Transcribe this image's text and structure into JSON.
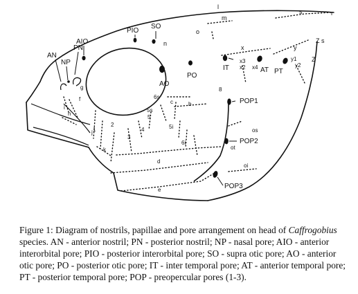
{
  "figure": {
    "labels": {
      "AN": "AN",
      "NP": "NP",
      "PN": "PN",
      "AIO": "AIO",
      "PIO": "PIO",
      "SO": "SO",
      "AO": "AO",
      "PO": "PO",
      "IT": "IT",
      "AT": "AT",
      "PT": "PT",
      "POP1": "POP1",
      "POP2": "POP2",
      "POP3": "POP3",
      "l": "l",
      "m": "m",
      "s": "s",
      "r": "r",
      "o": "o",
      "n": "n",
      "x": "x",
      "x3": "x3",
      "x2": "x2",
      "x4": "x4",
      "y": "y",
      "y1": "y1",
      "y2": "y2",
      "zs": "Z s",
      "z": "Z",
      "g": "g",
      "f": "f",
      "h": "h",
      "i": "i",
      "j": "j",
      "k": "k",
      "c": "c",
      "b": "b",
      "d": "d",
      "e": "e",
      "six_s": "6s",
      "six_i": "6i",
      "five_s": "5s",
      "five_i": "5i",
      "one": "1",
      "two": "2",
      "three": "3",
      "four": "4",
      "five": "5",
      "eight": "8",
      "os": "os",
      "ot": "ot",
      "oi": "oi"
    }
  },
  "caption": {
    "prefix": "Figure 1:  Diagram of nostrils, papillae and pore arrangement on head of ",
    "genus": "Caffrogobius",
    "suffix": " species. AN - anterior nostril; PN - posterior nostril; NP - nasal pore; AIO - anterior interorbital pore;  PIO - posterior interorbital pore; SO - supra otic pore; AO - anterior otic pore; PO - posterior otic pore; IT - inter temporal pore; AT - anterior temporal pore; PT - posterior temporal pore; POP - preopercular pores (1-3)."
  }
}
